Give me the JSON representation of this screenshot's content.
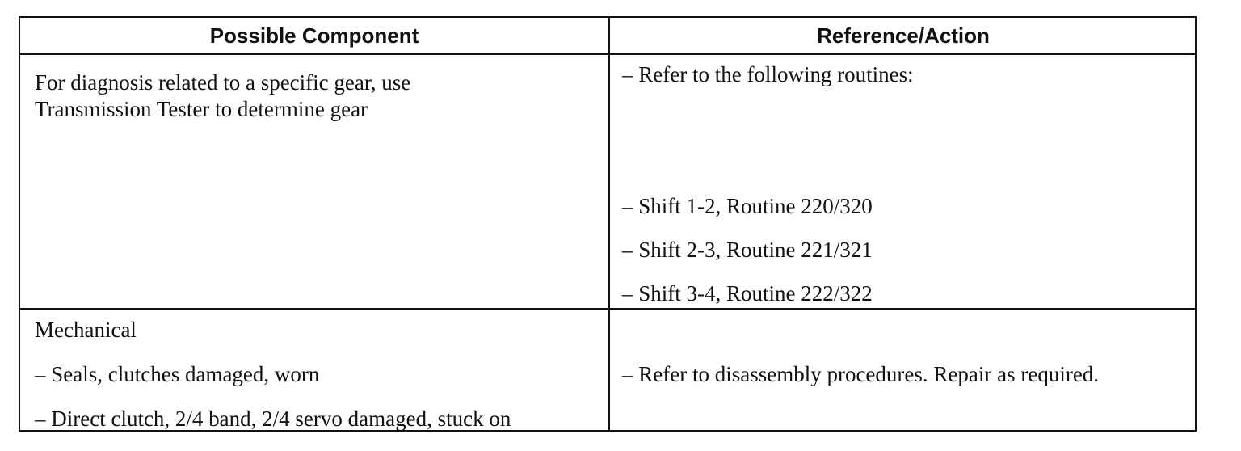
{
  "table": {
    "headers": {
      "component": "Possible Component",
      "action": "Reference/Action"
    },
    "rows": [
      {
        "component_lines": [
          "For diagnosis related to a specific gear, use",
          "Transmission Tester to determine gear"
        ],
        "action_intro": "– Refer to the following routines:",
        "action_items": [
          "– Shift 1-2, Routine 220/320",
          "– Shift 2-3, Routine 221/321",
          "– Shift 3-4, Routine 222/322"
        ]
      },
      {
        "component_title": "Mechanical",
        "component_items": [
          "– Seals, clutches damaged, worn",
          "– Direct clutch, 2/4 band, 2/4 servo damaged, stuck on"
        ],
        "action": "– Refer to disassembly procedures. Repair as required."
      }
    ]
  }
}
